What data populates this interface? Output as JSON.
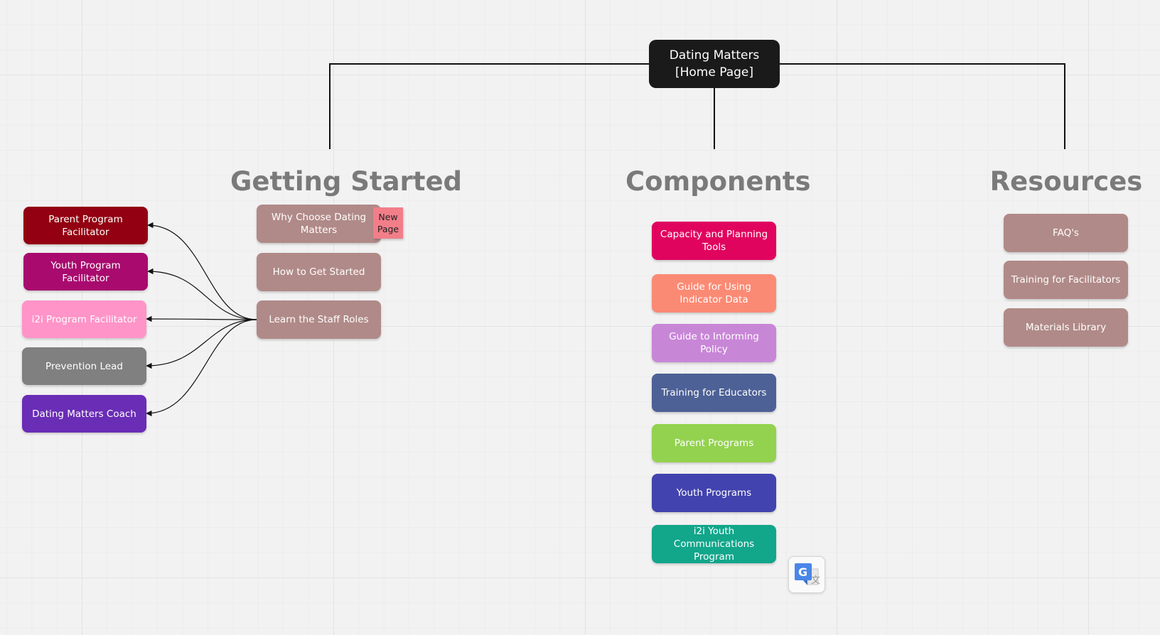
{
  "root": {
    "label": "Dating Matters\n[Home Page]"
  },
  "sections": {
    "getting_started": {
      "heading": "Getting Started",
      "items": [
        {
          "label": "Why Choose Dating Matters",
          "color": "#b08a88"
        },
        {
          "label": "How to Get Started",
          "color": "#b08a88"
        },
        {
          "label": "Learn the Staff Roles",
          "color": "#b08a88"
        }
      ],
      "sticky_note": "New\nPage"
    },
    "components": {
      "heading": "Components",
      "items": [
        {
          "label": "Capacity and Planning Tools",
          "color": "#e0045e"
        },
        {
          "label": "Guide for Using Indicator Data",
          "color": "#fb8a74"
        },
        {
          "label": "Guide to Informing Policy",
          "color": "#c886d7"
        },
        {
          "label": "Training for Educators",
          "color": "#4d6196"
        },
        {
          "label": "Parent Programs",
          "color": "#93d24f"
        },
        {
          "label": "Youth Programs",
          "color": "#4243ae"
        },
        {
          "label": "i2i Youth Communications Program",
          "color": "#12a68b"
        }
      ]
    },
    "resources": {
      "heading": "Resources",
      "items": [
        {
          "label": "FAQ's",
          "color": "#b08a88"
        },
        {
          "label": "Training for Facilitators",
          "color": "#b08a88"
        },
        {
          "label": "Materials Library",
          "color": "#b08a88"
        }
      ]
    }
  },
  "staff_roles": [
    {
      "label": "Parent Program Facilitator",
      "color": "#930012"
    },
    {
      "label": "Youth Program Facilitator",
      "color": "#a80a6e"
    },
    {
      "label": "i2i Program Facilitator",
      "color": "#ff94c8"
    },
    {
      "label": "Prevention Lead",
      "color": "#808080"
    },
    {
      "label": "Dating Matters Coach",
      "color": "#6a2db5"
    }
  ],
  "colors": {
    "connector": "#111111",
    "heading": "#7a7a7a",
    "root_bg": "#1a1a1a"
  },
  "widget": {
    "icon": "google-translate-icon"
  }
}
